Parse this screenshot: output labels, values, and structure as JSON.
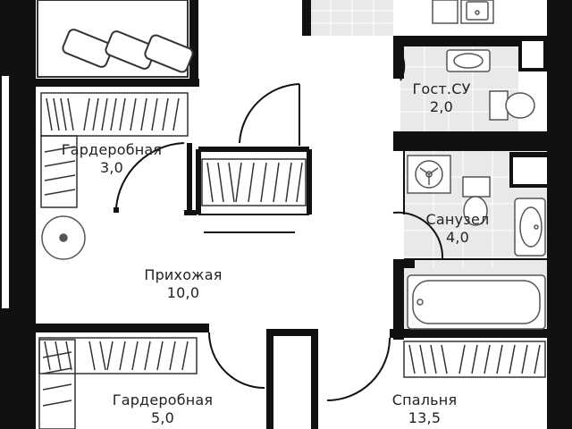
{
  "rooms": {
    "wardrobe_top": {
      "name": "Гардеробная",
      "area": "3,0"
    },
    "guest_wc": {
      "name": "Гост.СУ",
      "area": "2,0"
    },
    "bathroom": {
      "name": "Санузел",
      "area": "4,0"
    },
    "hallway": {
      "name": "Прихожая",
      "area": "10,0"
    },
    "wardrobe_bottom": {
      "name": "Гардеробная",
      "area": "5,0"
    },
    "bedroom": {
      "name": "Спальня",
      "area": "13,5"
    }
  },
  "colors": {
    "wall": "#111111",
    "wet_floor": "#e6e6e6",
    "fixture_stroke": "#555555"
  }
}
